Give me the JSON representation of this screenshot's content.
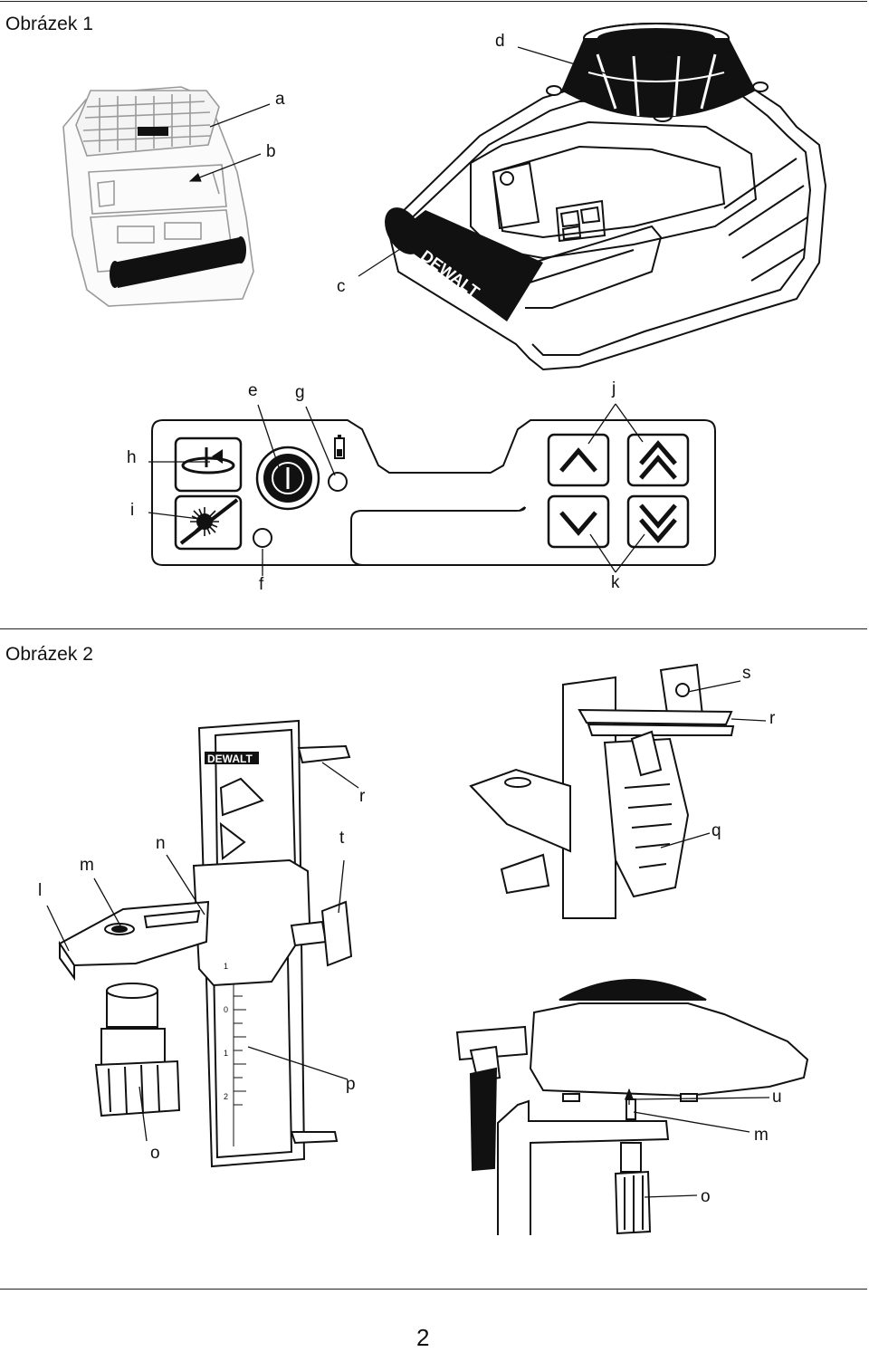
{
  "figure1": {
    "title": "Obrázek 1",
    "brand_label": "DEWALT",
    "callouts": {
      "a": "a",
      "b": "b",
      "c": "c",
      "d": "d",
      "e": "e",
      "f": "f",
      "g": "g",
      "h": "h",
      "i": "i",
      "j": "j",
      "k": "k"
    }
  },
  "figure2": {
    "title": "Obrázek 2",
    "brand_label": "DEWALT",
    "scale_marks": [
      "1",
      "0",
      "1",
      "2"
    ],
    "callouts": {
      "l": "l",
      "m": "m",
      "n": "n",
      "o": "o",
      "p": "p",
      "r": "r",
      "t": "t",
      "s": "s",
      "r2": "r",
      "q": "q",
      "u": "u",
      "m2": "m",
      "o2": "o"
    }
  },
  "footer": {
    "page_number": "2"
  },
  "icons": {
    "power": "power-button-icon",
    "scan": "scan-mode-icon",
    "laser": "laser-off-icon",
    "battery": "battery-icon",
    "up": "chevron-up-icon",
    "double_up": "double-chevron-up-icon",
    "down": "chevron-down-icon",
    "double_down": "double-chevron-down-icon"
  }
}
